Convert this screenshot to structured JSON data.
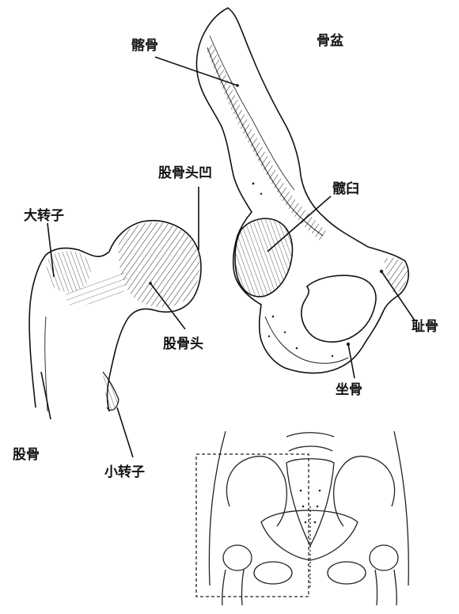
{
  "diagram": {
    "labels": {
      "ilium": "髂骨",
      "pelvis": "骨盆",
      "fovea": "股骨头凹",
      "acetabulum": "髋臼",
      "greater_trochanter": "大转子",
      "femoral_head": "股骨头",
      "pubis": "耻骨",
      "ischium": "坐骨",
      "femur": "股骨",
      "lesser_trochanter": "小转子"
    },
    "colors": {
      "ink": "#111111",
      "background": "#ffffff"
    }
  }
}
